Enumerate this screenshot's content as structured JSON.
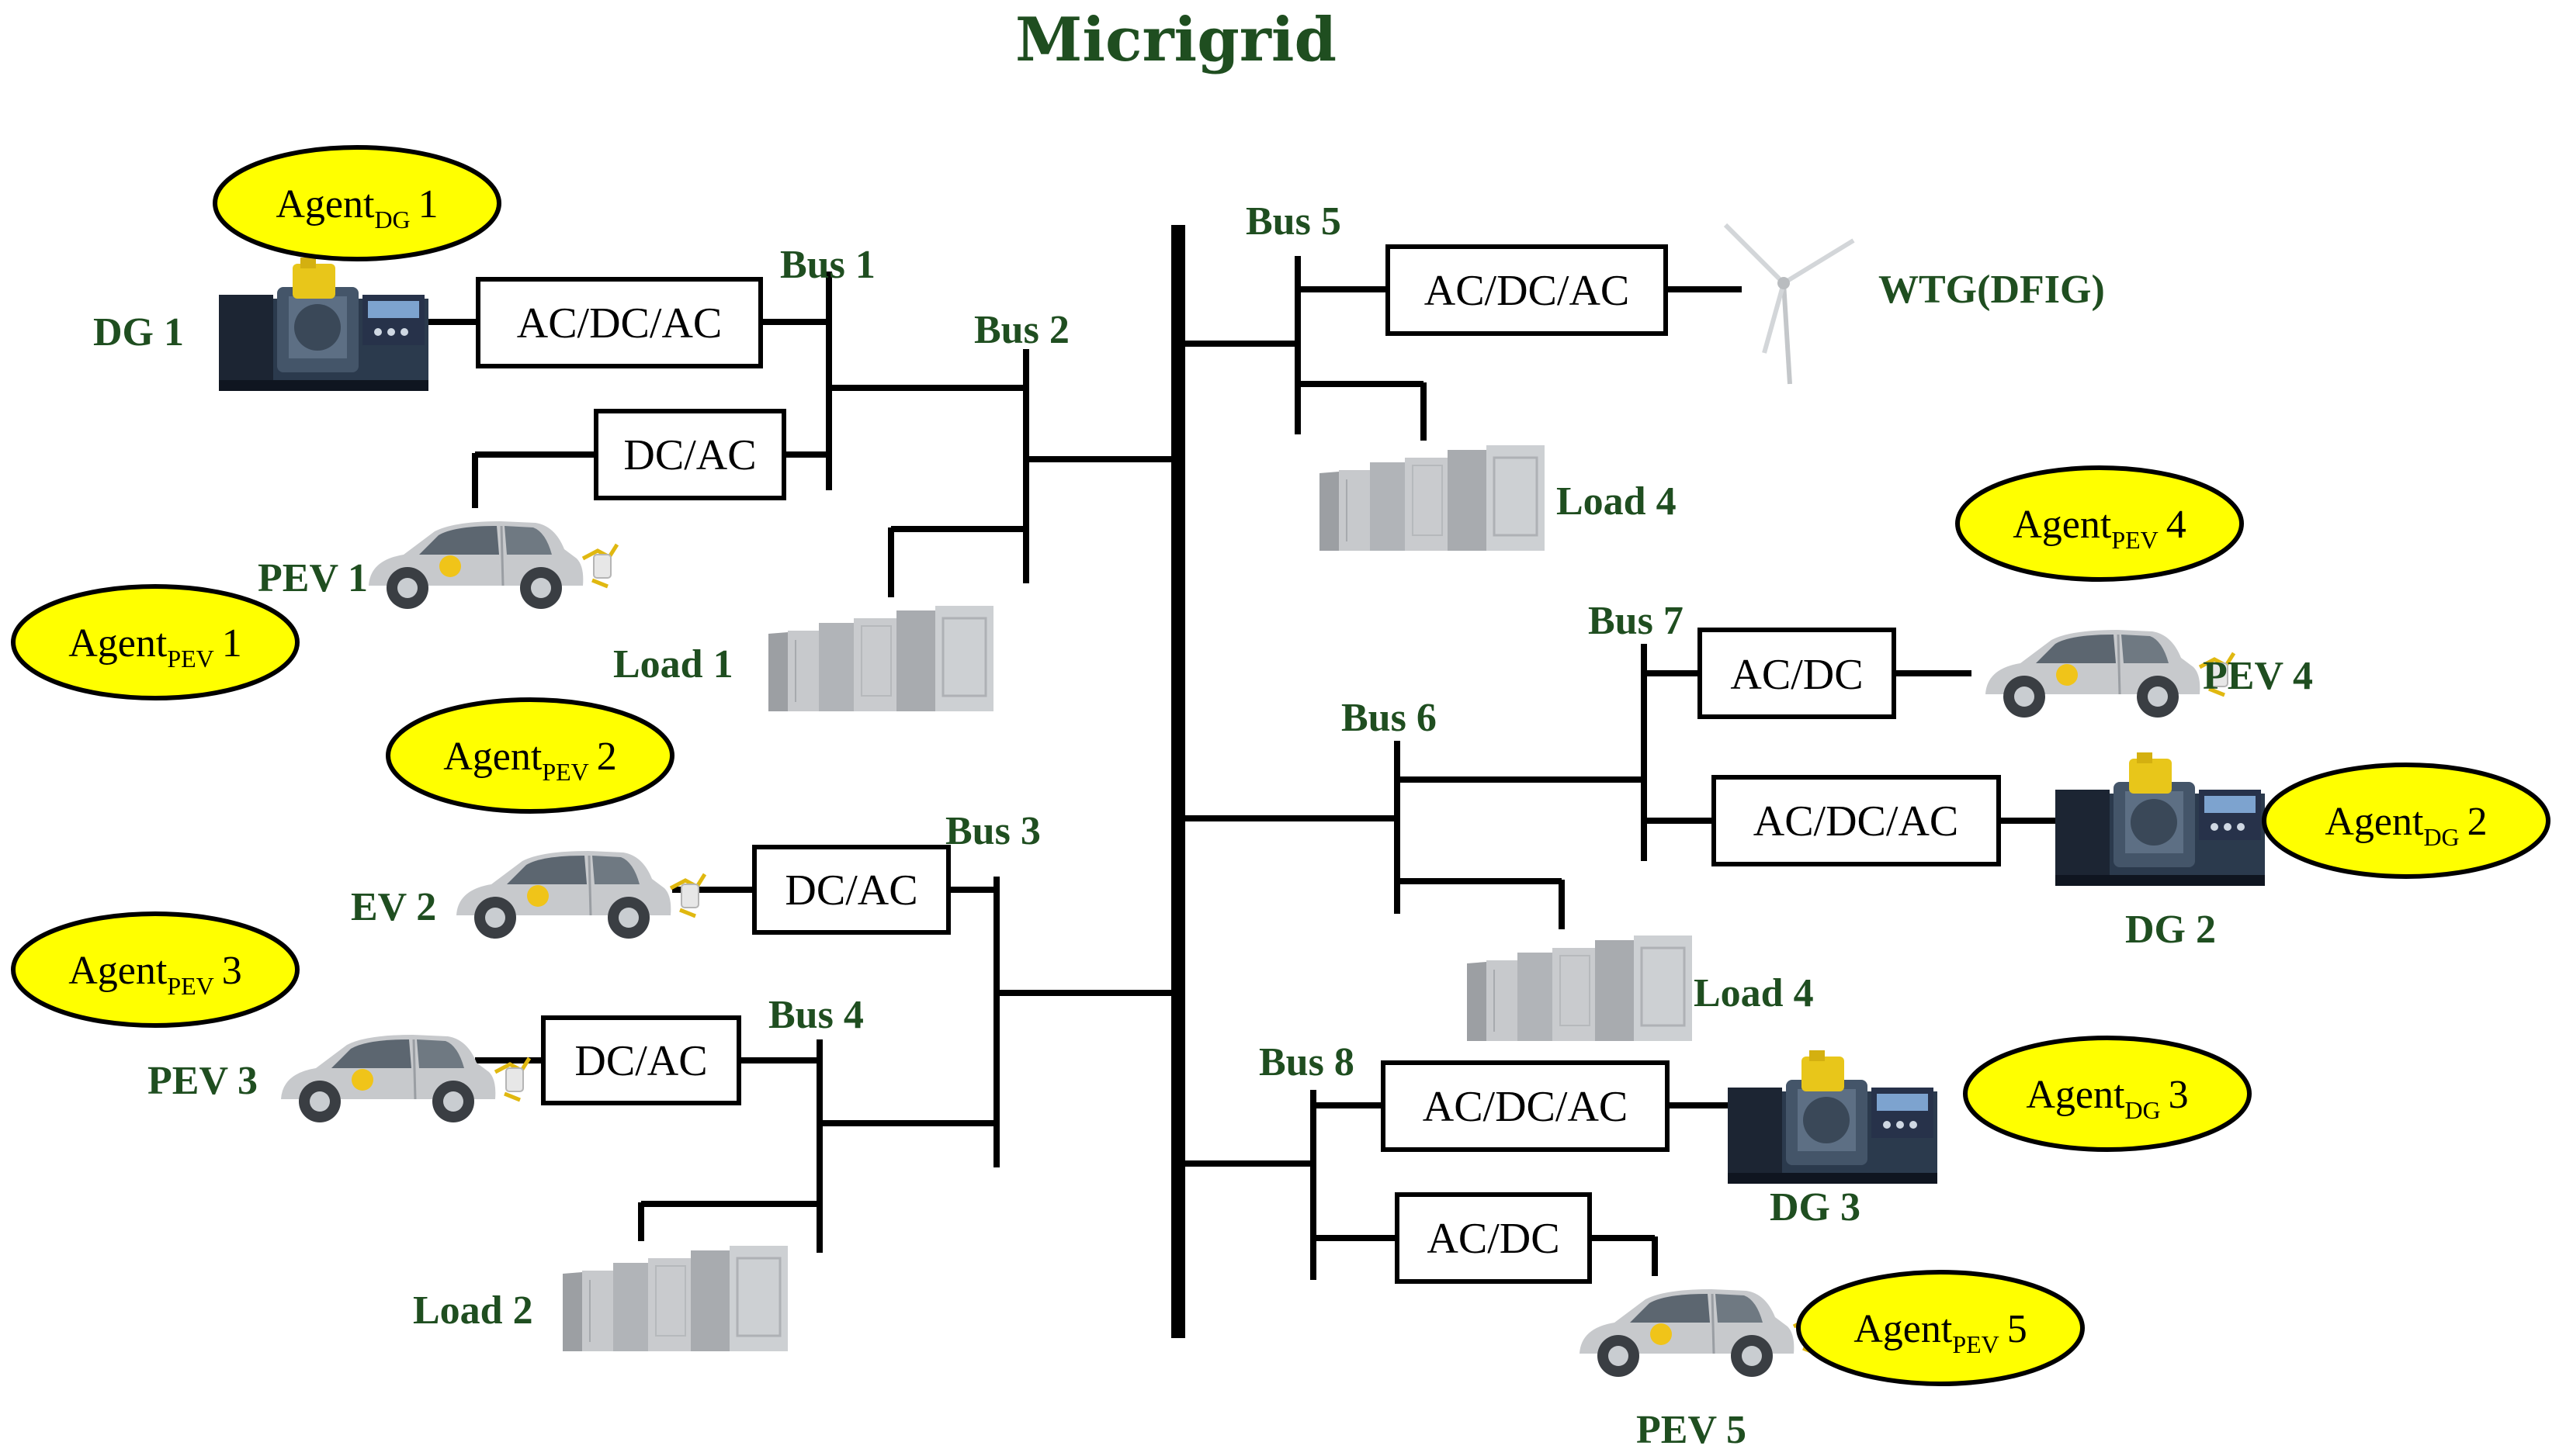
{
  "title": "Micrigrid",
  "colors": {
    "label": "#1f4e20",
    "line": "#000000",
    "agent_fill": "#ffff00",
    "agent_stroke": "#000000"
  },
  "buses": {
    "bus1": "Bus 1",
    "bus2": "Bus 2",
    "bus3": "Bus 3",
    "bus4": "Bus 4",
    "bus5": "Bus 5",
    "bus6": "Bus 6",
    "bus7": "Bus 7",
    "bus8": "Bus 8"
  },
  "converters": {
    "c1": "AC/DC/AC",
    "c2": "DC/AC",
    "c3": "DC/AC",
    "c4": "DC/AC",
    "c5": "AC/DC/AC",
    "c6": "AC/DC",
    "c7": "AC/DC/AC",
    "c8": "AC/DC/AC",
    "c9": "AC/DC"
  },
  "devices": {
    "dg1": "DG 1",
    "pev1": "PEV 1",
    "load1": "Load 1",
    "ev2": "EV 2",
    "pev3": "PEV 3",
    "load2": "Load 2",
    "wtg": "WTG(DFIG)",
    "load4a": "Load 4",
    "pev4": "PEV 4",
    "dg2": "DG 2",
    "load4b": "Load 4",
    "dg3": "DG 3",
    "pev5": "PEV 5"
  },
  "agents": [
    {
      "prefix": "Agent",
      "sub": "DG",
      "num": "1"
    },
    {
      "prefix": "Agent",
      "sub": "PEV",
      "num": "1"
    },
    {
      "prefix": "Agent",
      "sub": "PEV",
      "num": "2"
    },
    {
      "prefix": "Agent",
      "sub": "PEV",
      "num": "3"
    },
    {
      "prefix": "Agent",
      "sub": "PEV",
      "num": "4"
    },
    {
      "prefix": "Agent",
      "sub": "DG",
      "num": "2"
    },
    {
      "prefix": "Agent",
      "sub": "DG",
      "num": "3"
    },
    {
      "prefix": "Agent",
      "sub": "PEV",
      "num": "5"
    }
  ],
  "icons": {
    "generator": "diesel-generator-icon",
    "car": "electric-car-icon",
    "load": "load-cabinet-icon",
    "turbine": "wind-turbine-icon"
  }
}
